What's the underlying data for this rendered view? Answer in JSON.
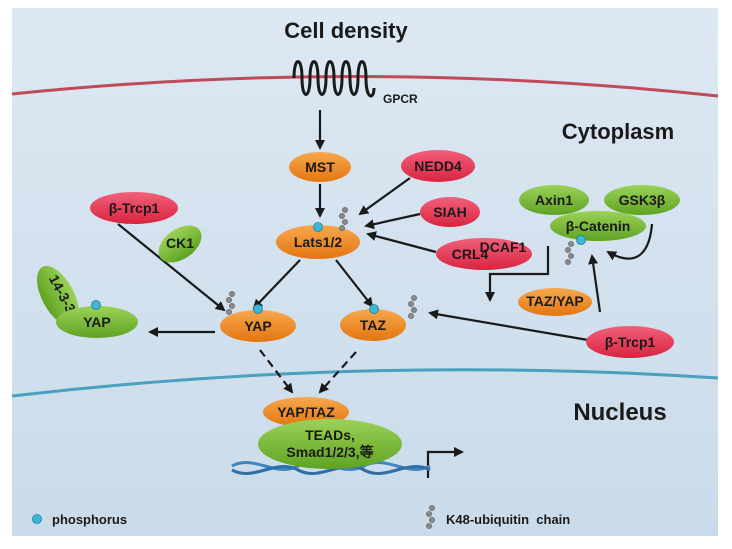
{
  "title": "Cell density",
  "gpcr": "GPCR",
  "regions": {
    "cytoplasm": "Cytoplasm",
    "nucleus": "Nucleus"
  },
  "nodes": {
    "mst": "MST",
    "nedd4": "NEDD4",
    "siah": "SIAH",
    "lats": "Lats1/2",
    "crl4_main": "CRL4",
    "crl4_sup": "DCAF1",
    "btrcp_left": "β-Trcp1",
    "ck1": "CK1",
    "p1433": "14-3-3",
    "yap_bound": "YAP",
    "yap": "YAP",
    "taz": "TAZ",
    "axin1": "Axin1",
    "gsk3b": "GSK3β",
    "bcatenin": "β-Catenin",
    "tazyap": "TAZ/YAP",
    "btrcp_right": "β-Trcp1",
    "yaptaz_nuc": "YAP/TAZ",
    "tf_line1": "TEADs,",
    "tf_line2": "Smad1/2/3,等"
  },
  "legend": {
    "phosphorus": "phosphorus",
    "ubiquitin": "K48-ubiquitin  chain"
  },
  "colors": {
    "background": "#d4e2ef",
    "membrane": "#c0495a",
    "nuclear_membrane": "#4aa0bf",
    "orange": "#f08a24",
    "red": "#e8344e",
    "green": "#7cbd3a",
    "phospho": "#3fb6d8",
    "ubiquitin": "#888888",
    "dna": "#3f86bf"
  }
}
